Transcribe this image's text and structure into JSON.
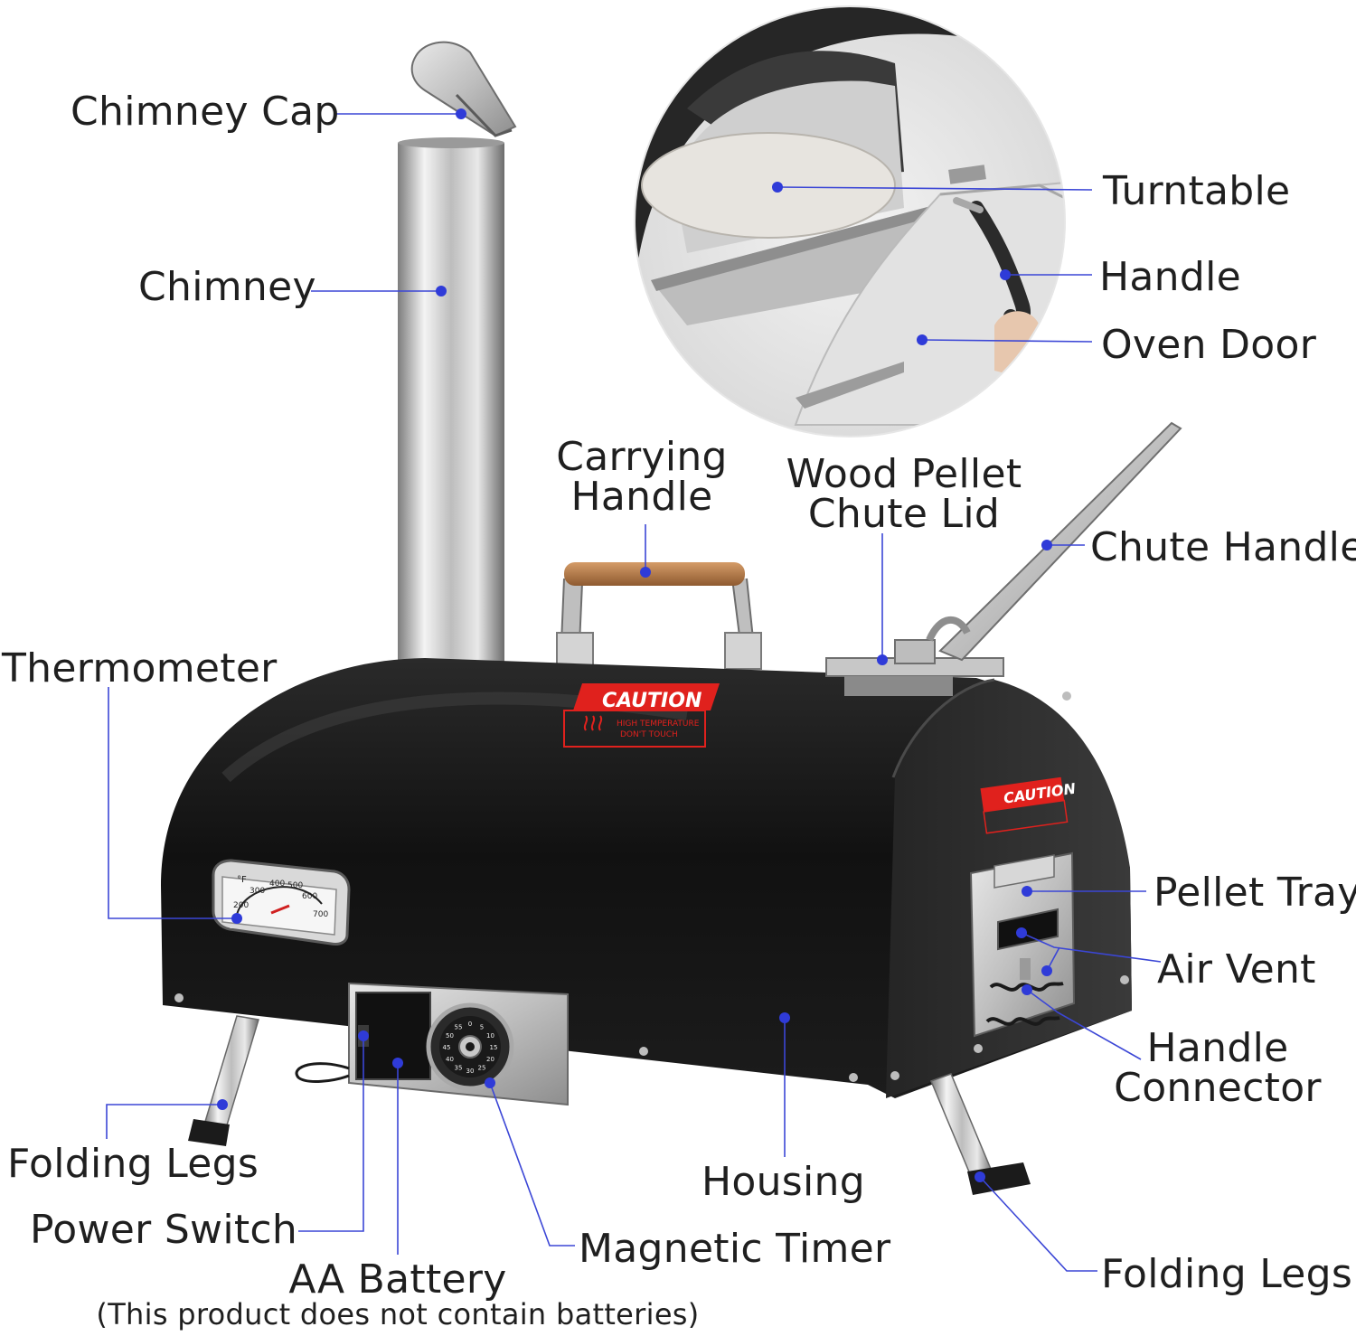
{
  "labels": {
    "chimney_cap": "Chimney Cap",
    "chimney": "Chimney",
    "turntable": "Turntable",
    "handle": "Handle",
    "oven_door": "Oven Door",
    "carrying_handle_1": "Carrying",
    "carrying_handle_2": "Handle",
    "pellet_chute_lid_1": "Wood Pellet",
    "pellet_chute_lid_2": "Chute Lid",
    "chute_handle": "Chute Handle",
    "thermometer": "Thermometer",
    "pellet_tray": "Pellet Tray",
    "air_vent": "Air Vent",
    "handle_connector_1": "Handle",
    "handle_connector_2": "Connector",
    "folding_legs_left": "Folding Legs",
    "power_switch": "Power Switch",
    "housing": "Housing",
    "magnetic_timer": "Magnetic Timer",
    "aa_battery": "AA Battery",
    "battery_note": "(This product does not contain batteries)",
    "folding_legs_right": "Folding Legs"
  },
  "stickers": {
    "caution": "CAUTION",
    "warning_line_1": "HIGH TEMPERATURE",
    "warning_line_2": "DON'T TOUCH"
  },
  "thermometer_scale": {
    "unit": "°F",
    "ticks": [
      "200",
      "300",
      "400",
      "500",
      "600",
      "700"
    ]
  },
  "timer_scale": {
    "ticks": [
      "0",
      "5",
      "10",
      "15",
      "20",
      "25",
      "30",
      "35",
      "40",
      "45",
      "50",
      "55"
    ]
  },
  "colors": {
    "leader_line": "#3b46d6",
    "leader_dot": "#2f3bd8",
    "housing_black": "#161616",
    "steel": "#c9c9c9",
    "caution_red": "#e0211d",
    "wood": "#b07a4c"
  }
}
